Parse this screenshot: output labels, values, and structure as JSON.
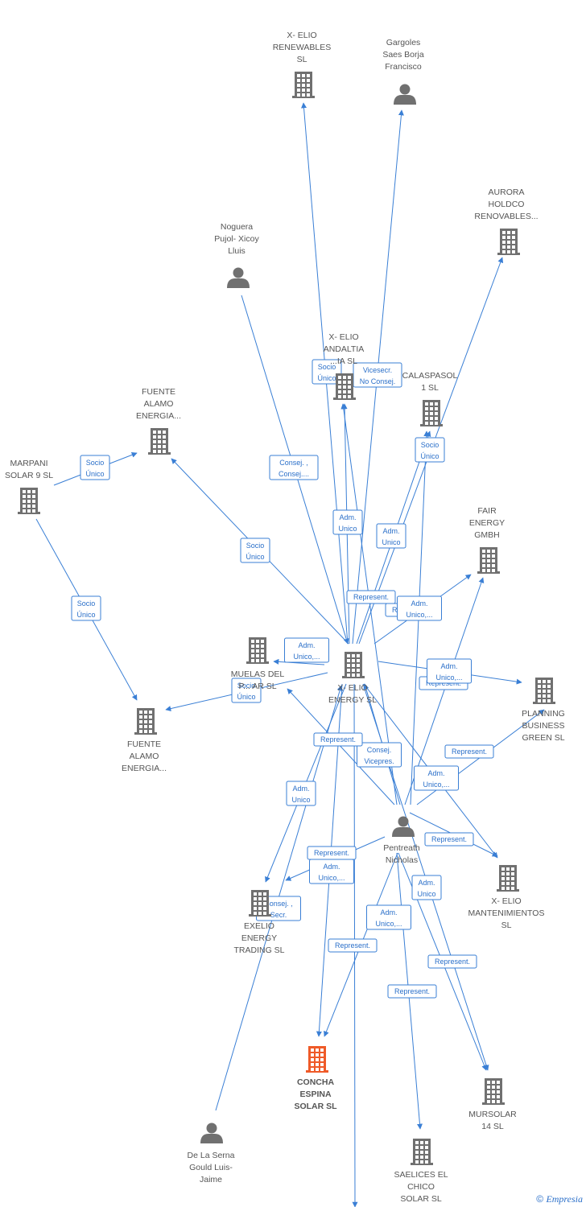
{
  "colors": {
    "edge": "#3a7fd5",
    "icon": "#707070",
    "highlight": "#ef5a28",
    "text": "#555555"
  },
  "nodes": [
    {
      "id": "xelio_renewables",
      "type": "company",
      "label": [
        "X- ELIO",
        "RENEWABLES",
        "SL"
      ]
    },
    {
      "id": "gargoles",
      "type": "person",
      "label": [
        "Gargoles",
        "Saes Borja",
        "Francisco"
      ]
    },
    {
      "id": "aurora",
      "type": "company",
      "label": [
        "AURORA",
        "HOLDCO",
        "RENOVABLES..."
      ]
    },
    {
      "id": "noguera",
      "type": "person",
      "label": [
        "Noguera",
        "Pujol- Xicoy",
        "Lluis"
      ]
    },
    {
      "id": "xelio_andaltia",
      "type": "company",
      "label": [
        "X- ELIO",
        "ANDALTIA",
        "...IA SL"
      ]
    },
    {
      "id": "calaspasol",
      "type": "company",
      "label": [
        "CALASPASOL",
        "1 SL"
      ]
    },
    {
      "id": "fuente_alamo_top",
      "type": "company",
      "label": [
        "FUENTE",
        "ALAMO",
        "ENERGIA..."
      ]
    },
    {
      "id": "marpani",
      "type": "company",
      "label": [
        "MARPANI",
        "SOLAR 9 SL"
      ]
    },
    {
      "id": "fair_energy",
      "type": "company",
      "label": [
        "FAIR",
        "ENERGY",
        "GMBH"
      ]
    },
    {
      "id": "muelas",
      "type": "company",
      "label": [
        "MUELAS DEL",
        "P... AR SL"
      ]
    },
    {
      "id": "xelio_energy",
      "type": "company",
      "label": [
        "X- ELIO",
        "ENERGY SL"
      ]
    },
    {
      "id": "planning",
      "type": "company",
      "label": [
        "PLANNING",
        "BUSINESS",
        "GREEN SL"
      ]
    },
    {
      "id": "fuente_alamo_bottom",
      "type": "company",
      "label": [
        "FUENTE",
        "ALAMO",
        "ENERGIA..."
      ]
    },
    {
      "id": "pentreath",
      "type": "person",
      "label": [
        "Pentreath",
        "Nicholas"
      ]
    },
    {
      "id": "xelio_mantenimientos",
      "type": "company",
      "label": [
        "X- ELIO",
        "MANTENIMIENTOS",
        "SL"
      ]
    },
    {
      "id": "exelio",
      "type": "company",
      "label": [
        "EXELIO",
        "ENERGY",
        "TRADING SL"
      ]
    },
    {
      "id": "concha_espina",
      "type": "company",
      "highlight": true,
      "label": [
        "CONCHA",
        "ESPINA",
        "SOLAR SL"
      ]
    },
    {
      "id": "mursolar",
      "type": "company",
      "label": [
        "MURSOLAR",
        "14 SL"
      ]
    },
    {
      "id": "de_la_serna",
      "type": "person",
      "label": [
        "De La Serna",
        "Gould Luis-",
        "Jaime"
      ]
    },
    {
      "id": "saelices",
      "type": "company",
      "label": [
        "SAELICES EL",
        "CHICO",
        "SOLAR SL"
      ]
    }
  ],
  "edges": [
    {
      "from": "xelio_energy",
      "to": "xelio_renewables",
      "label": [
        "Socio",
        "Único"
      ]
    },
    {
      "from": "gargoles",
      "to": "xelio_energy",
      "label": [
        "Vicesecr.",
        "No Consej."
      ]
    },
    {
      "from": "xelio_energy",
      "to": "aurora",
      "label": [
        "Socio",
        "Único"
      ]
    },
    {
      "from": "noguera",
      "to": "xelio_energy",
      "label": [
        "Consej. ,",
        "Consej...."
      ]
    },
    {
      "from": "xelio_energy",
      "to": "xelio_andaltia",
      "label": [
        "Adm.",
        "Unico"
      ]
    },
    {
      "from": "xelio_energy",
      "to": "calaspasol",
      "label": [
        "Adm.",
        "Unico"
      ]
    },
    {
      "from": "pentreath",
      "to": "xelio_andaltia",
      "label": [
        "Represent."
      ]
    },
    {
      "from": "pentreath",
      "to": "calaspasol",
      "label": [
        "Represent."
      ]
    },
    {
      "from": "marpani",
      "to": "fuente_alamo_top",
      "label": [
        "Socio",
        "Único"
      ]
    },
    {
      "from": "xelio_energy",
      "to": "fuente_alamo_top",
      "label": [
        "Socio",
        "Único"
      ]
    },
    {
      "from": "marpani",
      "to": "fuente_alamo_bottom",
      "label": [
        "Socio",
        "Único"
      ]
    },
    {
      "from": "xelio_energy",
      "to": "fair_energy",
      "label": [
        "Adm.",
        "Unico,..."
      ]
    },
    {
      "from": "pentreath",
      "to": "fair_energy",
      "label": [
        "Represent."
      ]
    },
    {
      "from": "xelio_energy",
      "to": "muelas",
      "label": [
        "Adm.",
        "Unico,..."
      ]
    },
    {
      "from": "xelio_energy",
      "to": "fuente_alamo_bottom",
      "label": [
        "Socio",
        "Único"
      ]
    },
    {
      "from": "xelio_energy",
      "to": "planning",
      "label": [
        "Adm.",
        "Unico,..."
      ]
    },
    {
      "from": "pentreath",
      "to": "planning",
      "label": [
        "Represent."
      ]
    },
    {
      "from": "pentreath",
      "to": "xelio_energy",
      "label": [
        "Consej.",
        "Vicepres."
      ]
    },
    {
      "from": "pentreath",
      "to": "muelas",
      "label": [
        "Represent."
      ]
    },
    {
      "from": "xelio_energy",
      "to": "exelio",
      "label": [
        "Adm.",
        "Unico"
      ]
    },
    {
      "from": "xelio_energy",
      "to": "xelio_mantenimientos",
      "label": [
        "Adm.",
        "Unico,..."
      ]
    },
    {
      "from": "pentreath",
      "to": "xelio_mantenimientos",
      "label": [
        "Represent."
      ]
    },
    {
      "from": "pentreath",
      "to": "exelio",
      "label": [
        "Represent."
      ]
    },
    {
      "from": "de_la_serna",
      "to": "xelio_energy",
      "label": [
        "Consej. ,",
        "Secr."
      ]
    },
    {
      "from": "xelio_energy",
      "to": "concha_espina",
      "label": [
        "Adm.",
        "Unico,..."
      ]
    },
    {
      "from": "xelio_energy",
      "to": "mursolar",
      "label": [
        "Adm.",
        "Unico"
      ]
    },
    {
      "from": "pentreath",
      "to": "concha_espina",
      "label": [
        "Represent."
      ]
    },
    {
      "from": "xelio_energy",
      "to": "saelices",
      "label": [
        "Adm.",
        "Unico,..."
      ]
    },
    {
      "from": "pentreath",
      "to": "mursolar",
      "label": [
        "Represent."
      ]
    },
    {
      "from": "pentreath",
      "to": "saelices",
      "label": [
        "Represent."
      ]
    }
  ],
  "watermark": {
    "symbol": "©",
    "brand": "Empresia"
  }
}
